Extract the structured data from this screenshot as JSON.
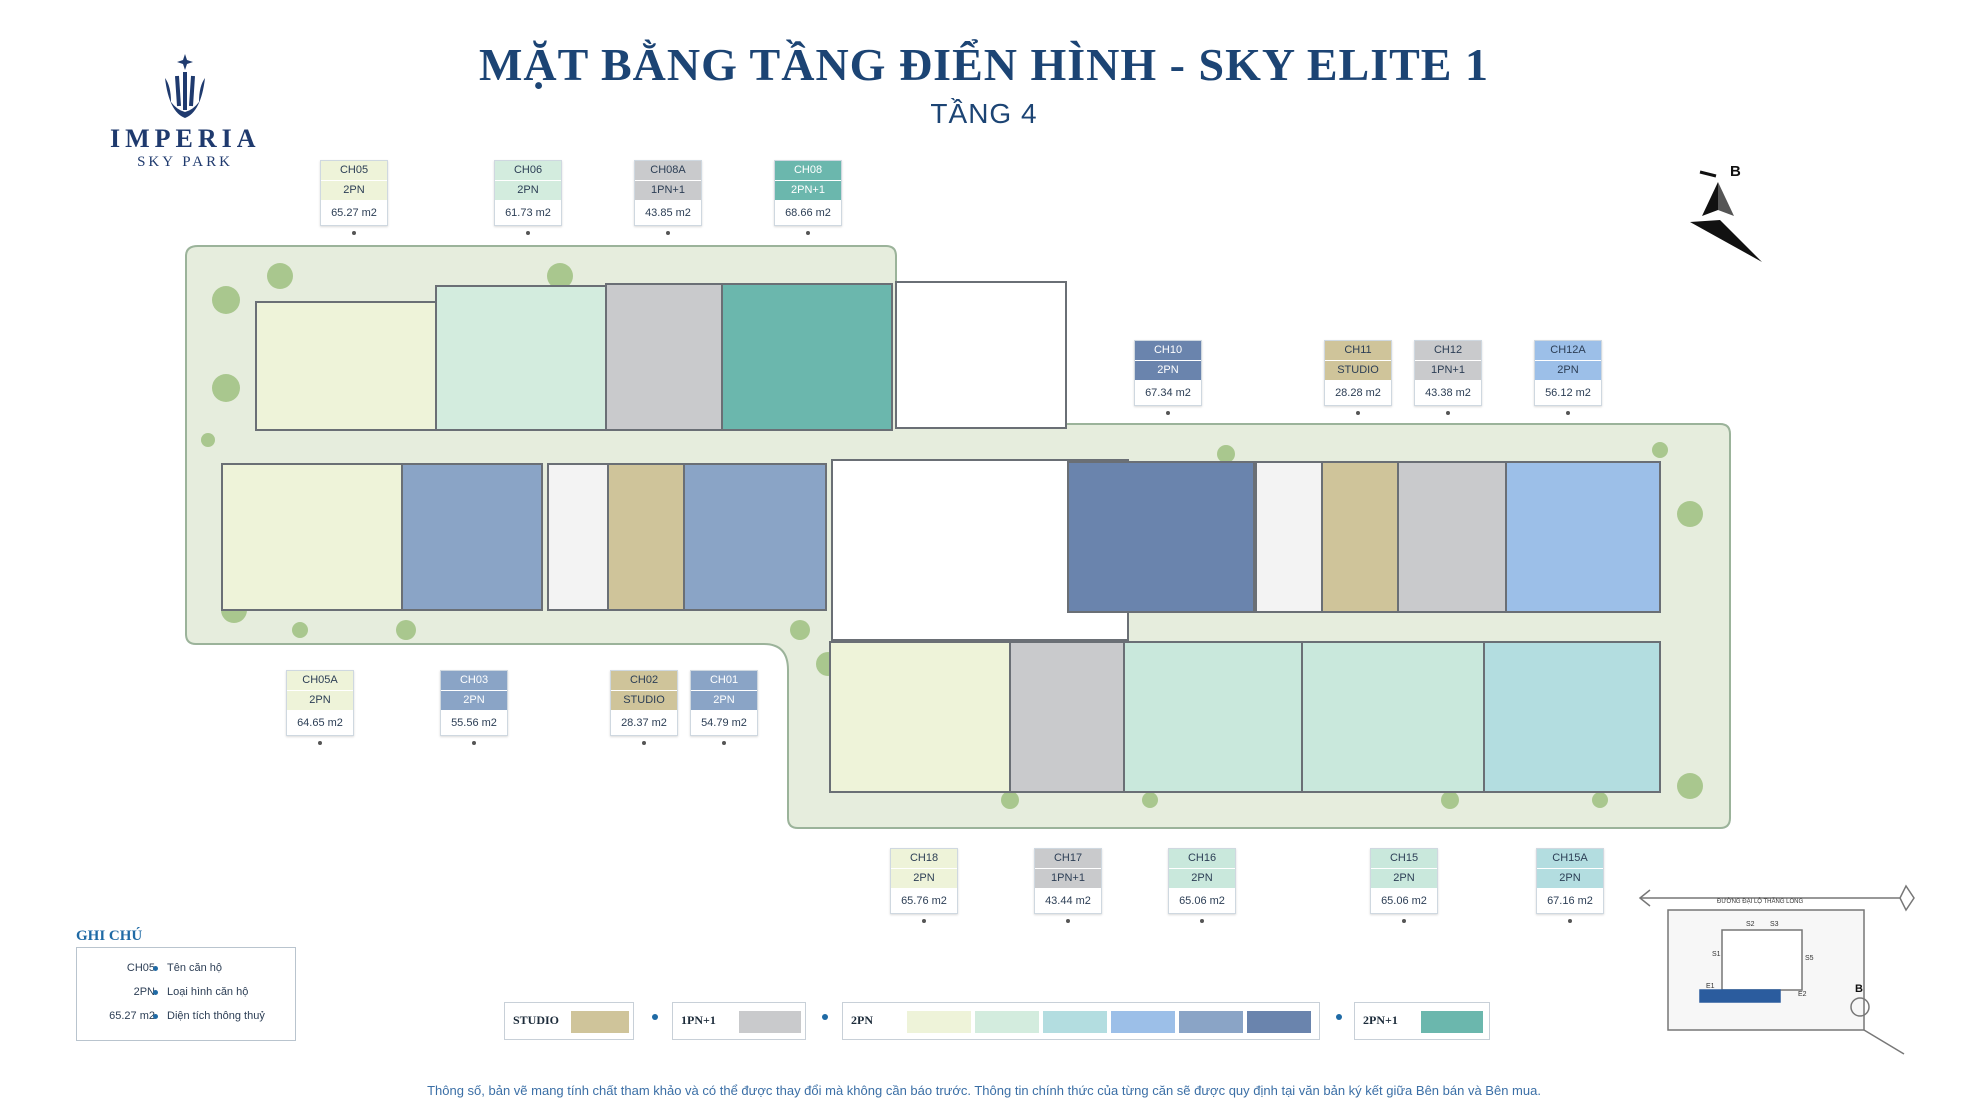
{
  "logo": {
    "brand": "IMPERIA",
    "sub": "SKY PARK"
  },
  "title": "MẶT BẰNG TẦNG ĐIỂN HÌNH - SKY ELITE 1",
  "subtitle": "TẦNG 4",
  "compass": {
    "label": "B"
  },
  "site_map": {
    "road_label": "ĐƯỜNG ĐẠI LỘ THĂNG LONG",
    "blocks": [
      "S2",
      "S3",
      "S1",
      "S5",
      "E1",
      "E2"
    ],
    "compass_label": "B"
  },
  "units": [
    {
      "code": "CH05",
      "type": "2PN",
      "area": "65.27 m2",
      "color": "#eef3d9"
    },
    {
      "code": "CH06",
      "type": "2PN",
      "area": "61.73 m2",
      "color": "#d3ecde"
    },
    {
      "code": "CH08A",
      "type": "1PN+1",
      "area": "43.85 m2",
      "color": "#c9cacc"
    },
    {
      "code": "CH08",
      "type": "2PN+1",
      "area": "68.66 m2",
      "color": "#6bb7ad"
    },
    {
      "code": "CH10",
      "type": "2PN",
      "area": "67.34 m2",
      "color": "#6a84ad"
    },
    {
      "code": "CH11",
      "type": "STUDIO",
      "area": "28.28 m2",
      "color": "#cfc49a"
    },
    {
      "code": "CH12",
      "type": "1PN+1",
      "area": "43.38 m2",
      "color": "#c9cacc"
    },
    {
      "code": "CH12A",
      "type": "2PN",
      "area": "56.12 m2",
      "color": "#9cbfe8"
    },
    {
      "code": "CH05A",
      "type": "2PN",
      "area": "64.65 m2",
      "color": "#eef3d9"
    },
    {
      "code": "CH03",
      "type": "2PN",
      "area": "55.56 m2",
      "color": "#8aa4c6"
    },
    {
      "code": "CH02",
      "type": "STUDIO",
      "area": "28.37 m2",
      "color": "#cfc49a"
    },
    {
      "code": "CH01",
      "type": "2PN",
      "area": "54.79 m2",
      "color": "#8aa4c6"
    },
    {
      "code": "CH18",
      "type": "2PN",
      "area": "65.76 m2",
      "color": "#eef3d9"
    },
    {
      "code": "CH17",
      "type": "1PN+1",
      "area": "43.44 m2",
      "color": "#c9cacc"
    },
    {
      "code": "CH16",
      "type": "2PN",
      "area": "65.06 m2",
      "color": "#c9e8dc"
    },
    {
      "code": "CH15",
      "type": "2PN",
      "area": "65.06 m2",
      "color": "#c9e8dc"
    },
    {
      "code": "CH15A",
      "type": "2PN",
      "area": "67.16 m2",
      "color": "#b3dde0"
    }
  ],
  "legend": {
    "title": "GHI CHÚ",
    "rows": [
      {
        "k": "CH05",
        "v": "Tên căn hộ"
      },
      {
        "k": "2PN",
        "v": "Loại hình căn hộ"
      },
      {
        "k": "65.27 m2",
        "v": "Diện tích thông thuỷ"
      }
    ]
  },
  "color_key": [
    {
      "label": "STUDIO",
      "colors": [
        "#cfc49a"
      ]
    },
    {
      "label": "1PN+1",
      "colors": [
        "#c9cacc"
      ]
    },
    {
      "label": "2PN",
      "colors": [
        "#eef3d9",
        "#d3ecde",
        "#b3dde0",
        "#9cbfe8",
        "#8aa4c6",
        "#6a84ad"
      ]
    },
    {
      "label": "2PN+1",
      "colors": [
        "#6bb7ad"
      ]
    }
  ],
  "footnote": "Thông số, bản vẽ mang tính chất tham khảo và có thể được thay đổi mà không cần báo trước. Thông tin chính thức của từng căn sẽ được quy định tại văn bản ký kết giữa Bên bán và Bên mua."
}
